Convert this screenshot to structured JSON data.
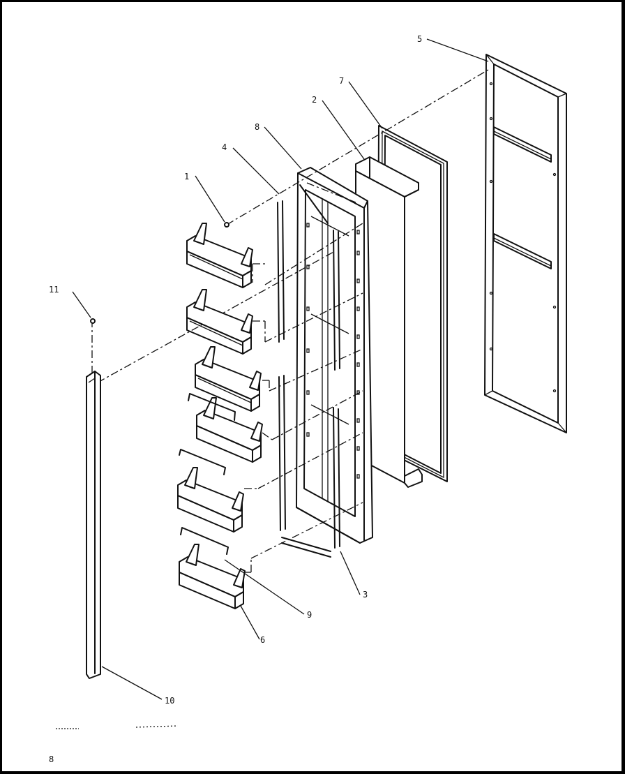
{
  "diagram": {
    "callouts": [
      {
        "id": "c1",
        "label": "1"
      },
      {
        "id": "c2",
        "label": "2"
      },
      {
        "id": "c3",
        "label": "3"
      },
      {
        "id": "c4",
        "label": "4"
      },
      {
        "id": "c5",
        "label": "5"
      },
      {
        "id": "c6",
        "label": "6"
      },
      {
        "id": "c7",
        "label": "7"
      },
      {
        "id": "c8",
        "label": "8"
      },
      {
        "id": "c9",
        "label": "9"
      },
      {
        "id": "c10",
        "label": "10"
      },
      {
        "id": "c11",
        "label": "11"
      }
    ]
  },
  "page": {
    "number": "8"
  }
}
